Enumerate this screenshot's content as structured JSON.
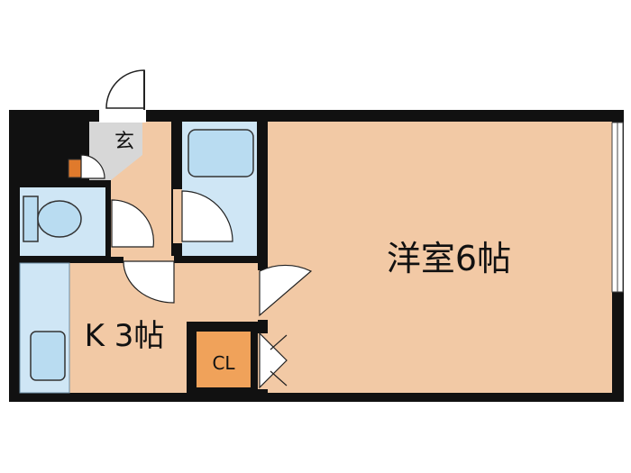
{
  "rooms": {
    "western_room": "洋室6帖",
    "kitchen": "K 3帖",
    "entrance": "玄",
    "closet": "CL"
  },
  "colors": {
    "wall": "#111111",
    "floor": "#f2c9a5",
    "wet_area": "#cfe6f5",
    "fixture": "#b9dcf1",
    "closet": "#f0a25a",
    "entrance": "#d7d7d7"
  }
}
